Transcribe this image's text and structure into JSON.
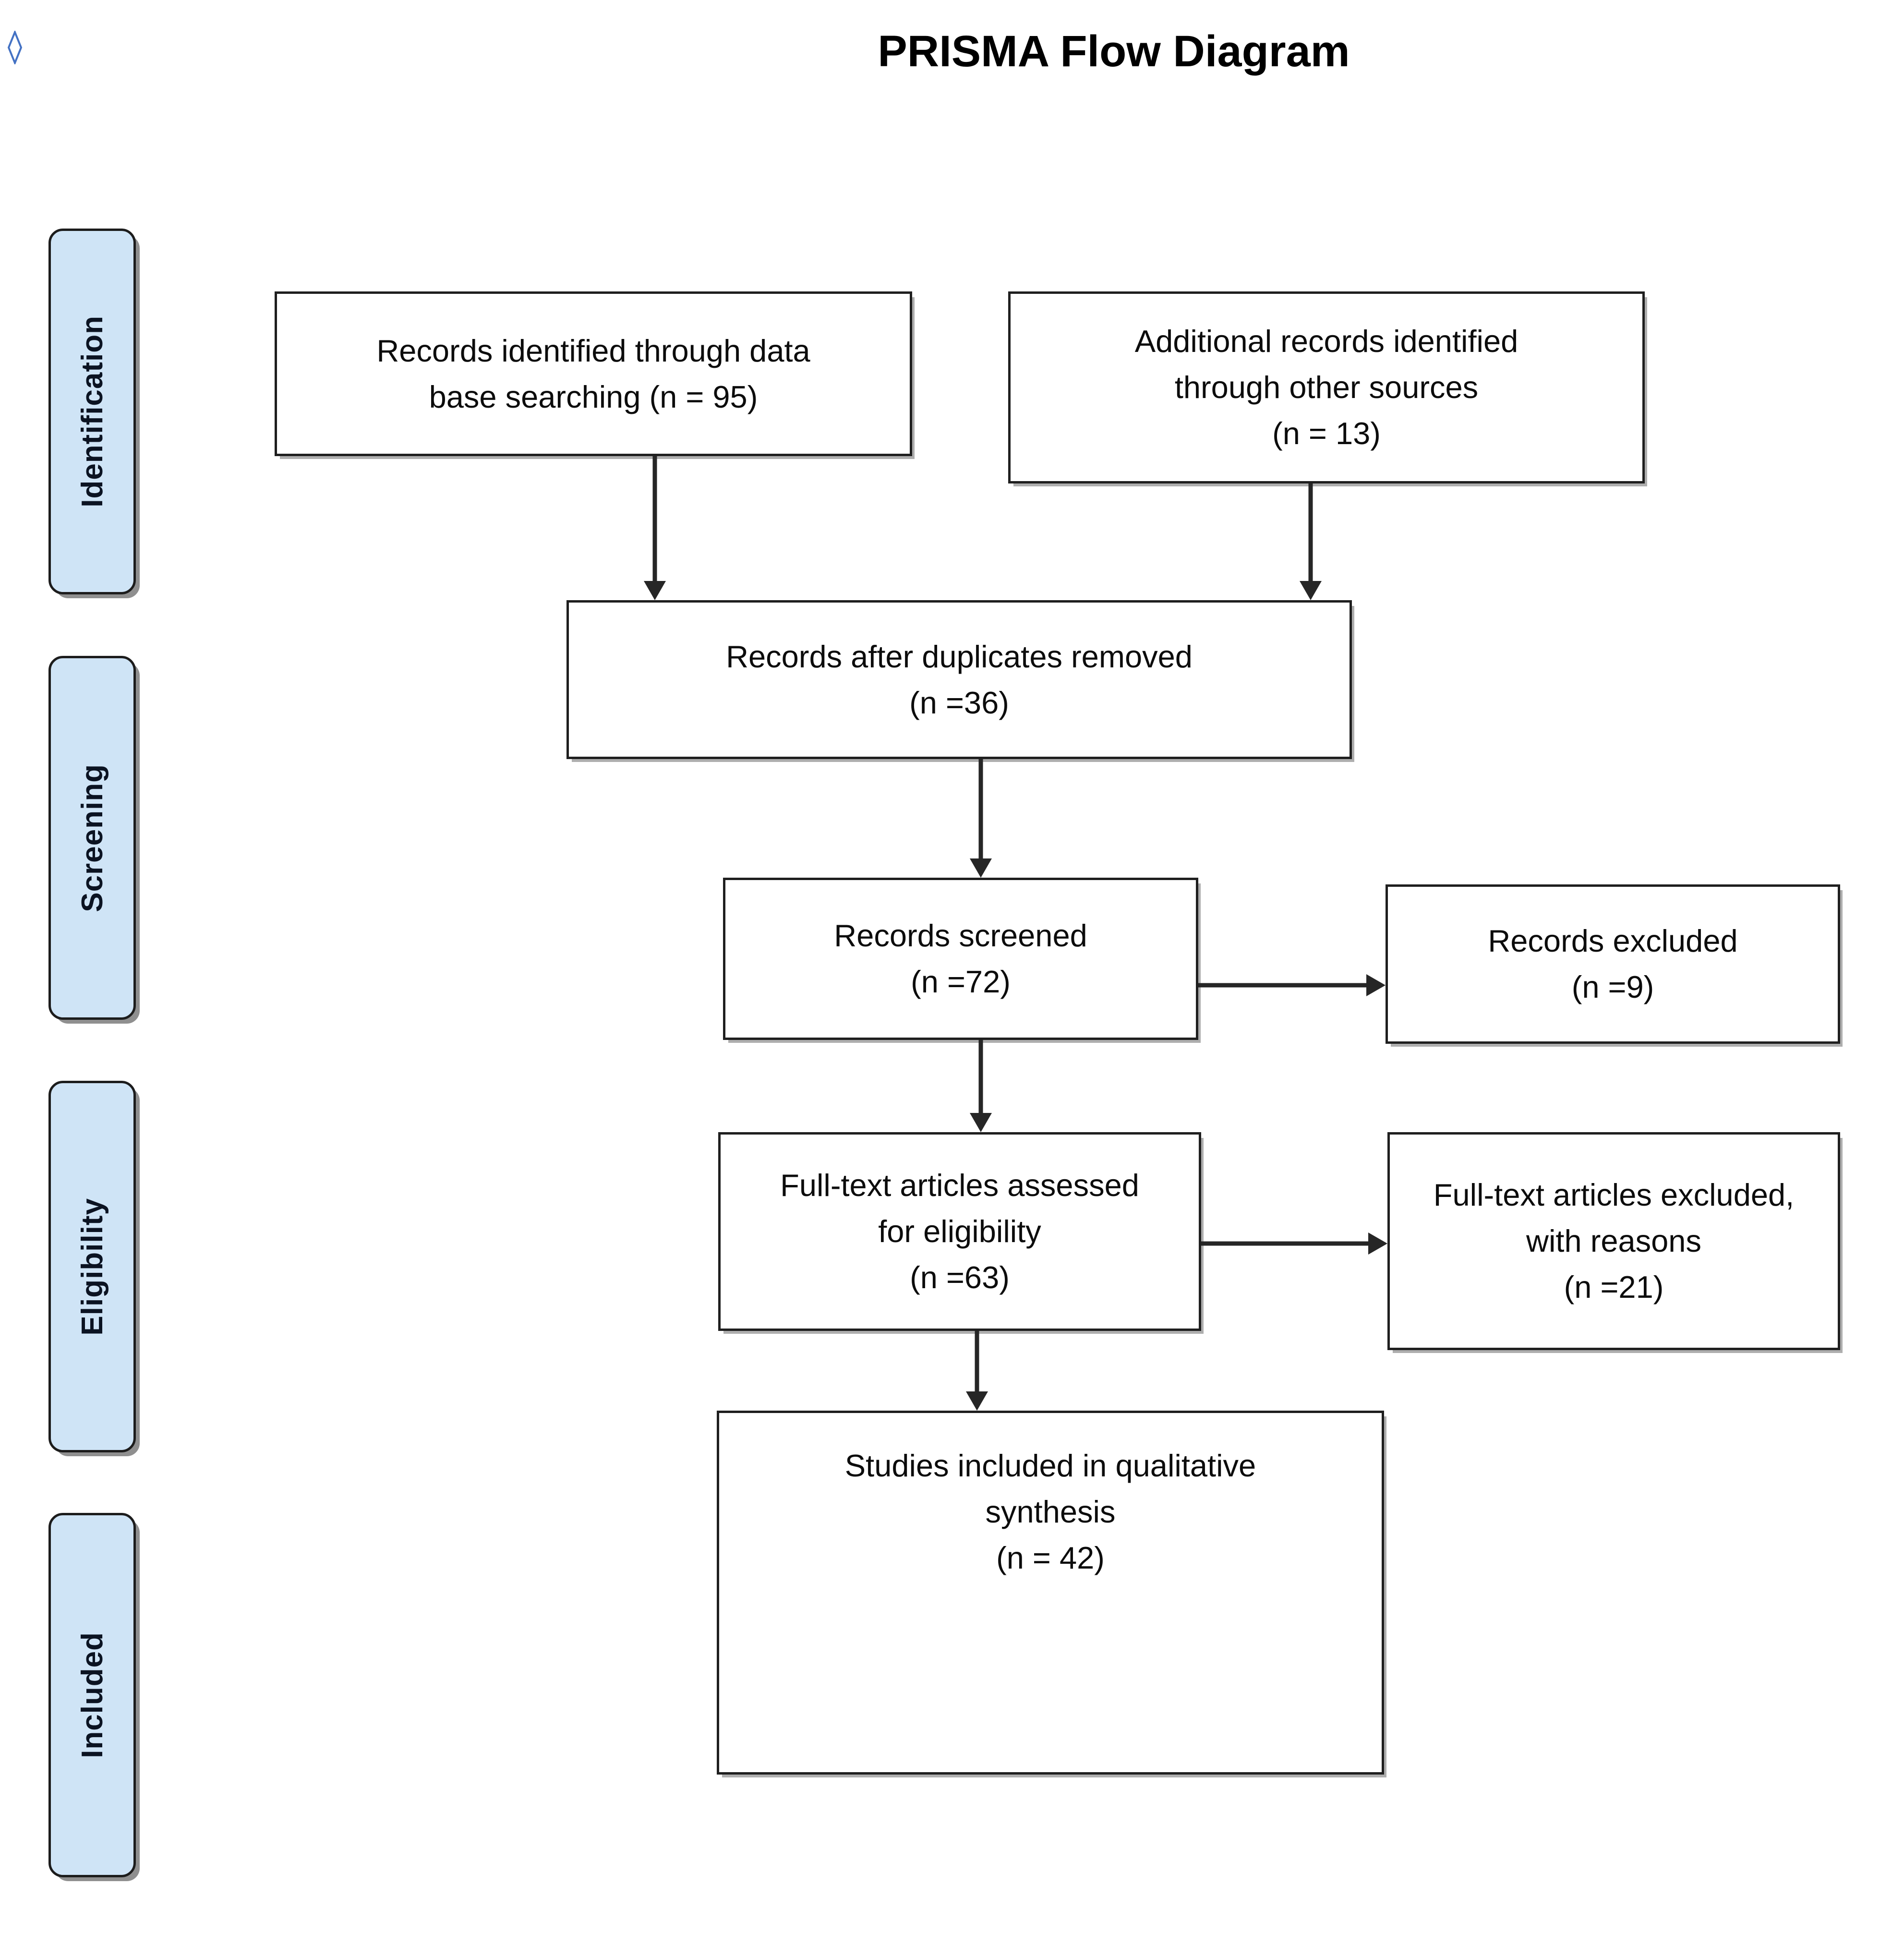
{
  "title": "PRISMA Flow Diagram",
  "colors": {
    "stage_fill": "#CFE4F6",
    "stage_border": "#1C1C1C",
    "box_border": "#1F1F1F",
    "arrow": "#262626",
    "diamond_outline": "#4472C4",
    "text": "#0A0A0A"
  },
  "decoration": {
    "top_left_marker": "diamond-outline-icon"
  },
  "stages": [
    {
      "label": "Identification"
    },
    {
      "label": "Screening"
    },
    {
      "label": "Eligibility"
    },
    {
      "label": "Included"
    }
  ],
  "boxes": {
    "records_identified": {
      "n": 95,
      "lines": [
        "Records identified through data",
        "base searching (n = 95)"
      ]
    },
    "additional_records": {
      "n": 13,
      "lines": [
        "Additional records identified",
        "through other sources",
        "(n = 13)"
      ]
    },
    "duplicates_removed": {
      "n": 36,
      "lines": [
        "Records after duplicates removed",
        "(n =36)"
      ]
    },
    "records_screened": {
      "n": 72,
      "lines": [
        "Records screened",
        "(n =72)"
      ]
    },
    "records_excluded": {
      "n": 9,
      "lines": [
        "Records excluded",
        "(n =9)"
      ]
    },
    "fulltext_assessed": {
      "n": 63,
      "lines": [
        "Full-text articles assessed",
        "for eligibility",
        "(n =63)"
      ]
    },
    "fulltext_excluded": {
      "n": 21,
      "lines": [
        "Full-text articles excluded,",
        "with reasons",
        "(n =21)"
      ]
    },
    "studies_included": {
      "n": 42,
      "lines": [
        "Studies included in qualitative",
        "synthesis",
        "(n = 42)"
      ]
    }
  }
}
